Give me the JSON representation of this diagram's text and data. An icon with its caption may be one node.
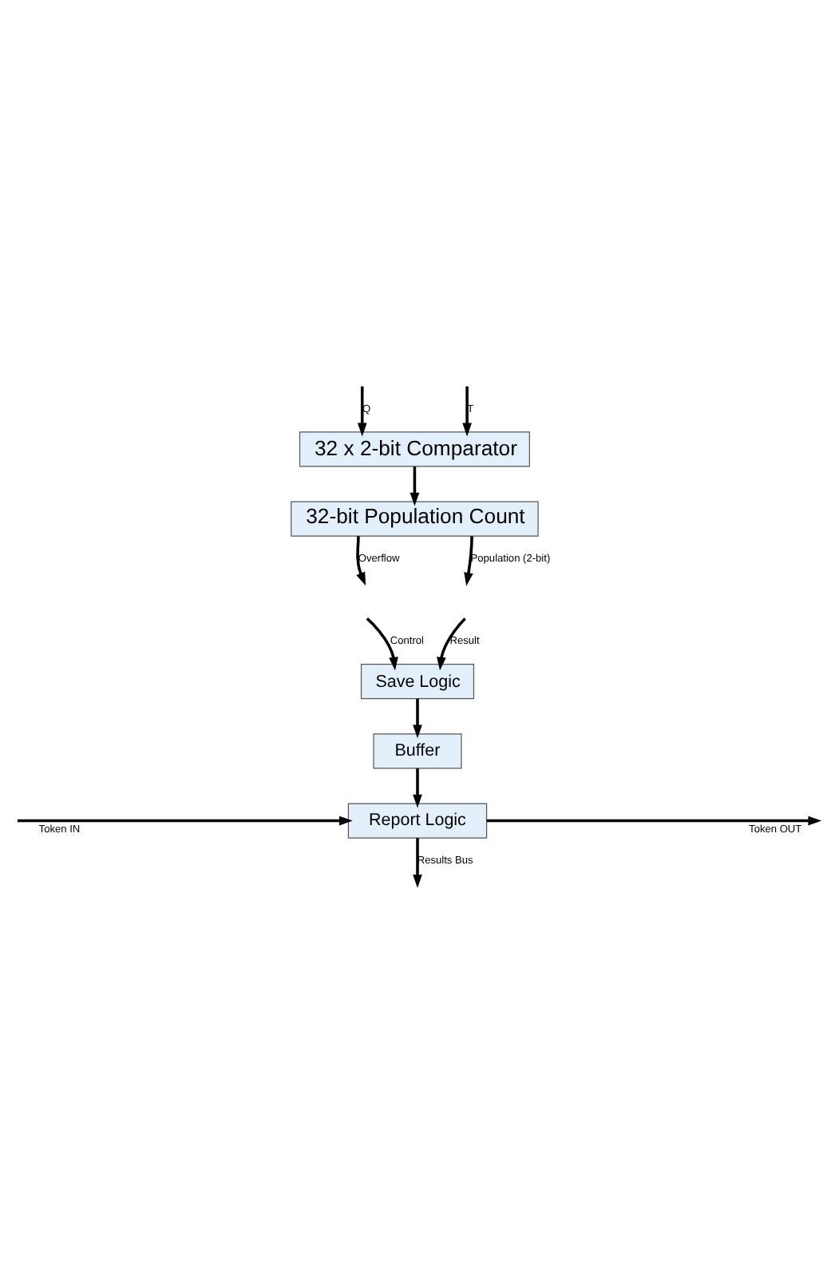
{
  "diagram": {
    "nodes": [
      {
        "text": [
          "32 x 2-bit Comparator"
        ]
      },
      {
        "text": [
          "32-bit Population Count"
        ]
      },
      {
        "text": [
          "Save Logic"
        ]
      },
      {
        "text": [
          "Buffer"
        ]
      },
      {
        "text": [
          "Report Logic"
        ]
      }
    ],
    "edges": [
      {
        "from": null,
        "to": 0,
        "arrow": "to",
        "label": "Q"
      },
      {
        "from": null,
        "to": 0,
        "arrow": "to",
        "label": "T"
      },
      {
        "from": 0,
        "to": 1,
        "arrow": "to"
      },
      {
        "from": 1,
        "to": null,
        "arrow": "to",
        "label": "Overflow"
      },
      {
        "from": 1,
        "to": null,
        "arrow": "to",
        "label": "Population (2-bit)"
      },
      {
        "from": null,
        "to": 2,
        "arrow": "to",
        "label": "Control"
      },
      {
        "from": null,
        "to": 2,
        "arrow": "to",
        "label": "Result"
      },
      {
        "from": 2,
        "to": 3,
        "arrow": "to"
      },
      {
        "from": 3,
        "to": 4,
        "arrow": "to"
      },
      {
        "from": null,
        "to": 4,
        "arrow": "to",
        "label": "Token IN"
      },
      {
        "from": 4,
        "to": null,
        "arrow": "to",
        "label": "Token OUT"
      },
      {
        "from": 4,
        "to": null,
        "arrow": "to",
        "label": "Results Bus"
      }
    ]
  }
}
